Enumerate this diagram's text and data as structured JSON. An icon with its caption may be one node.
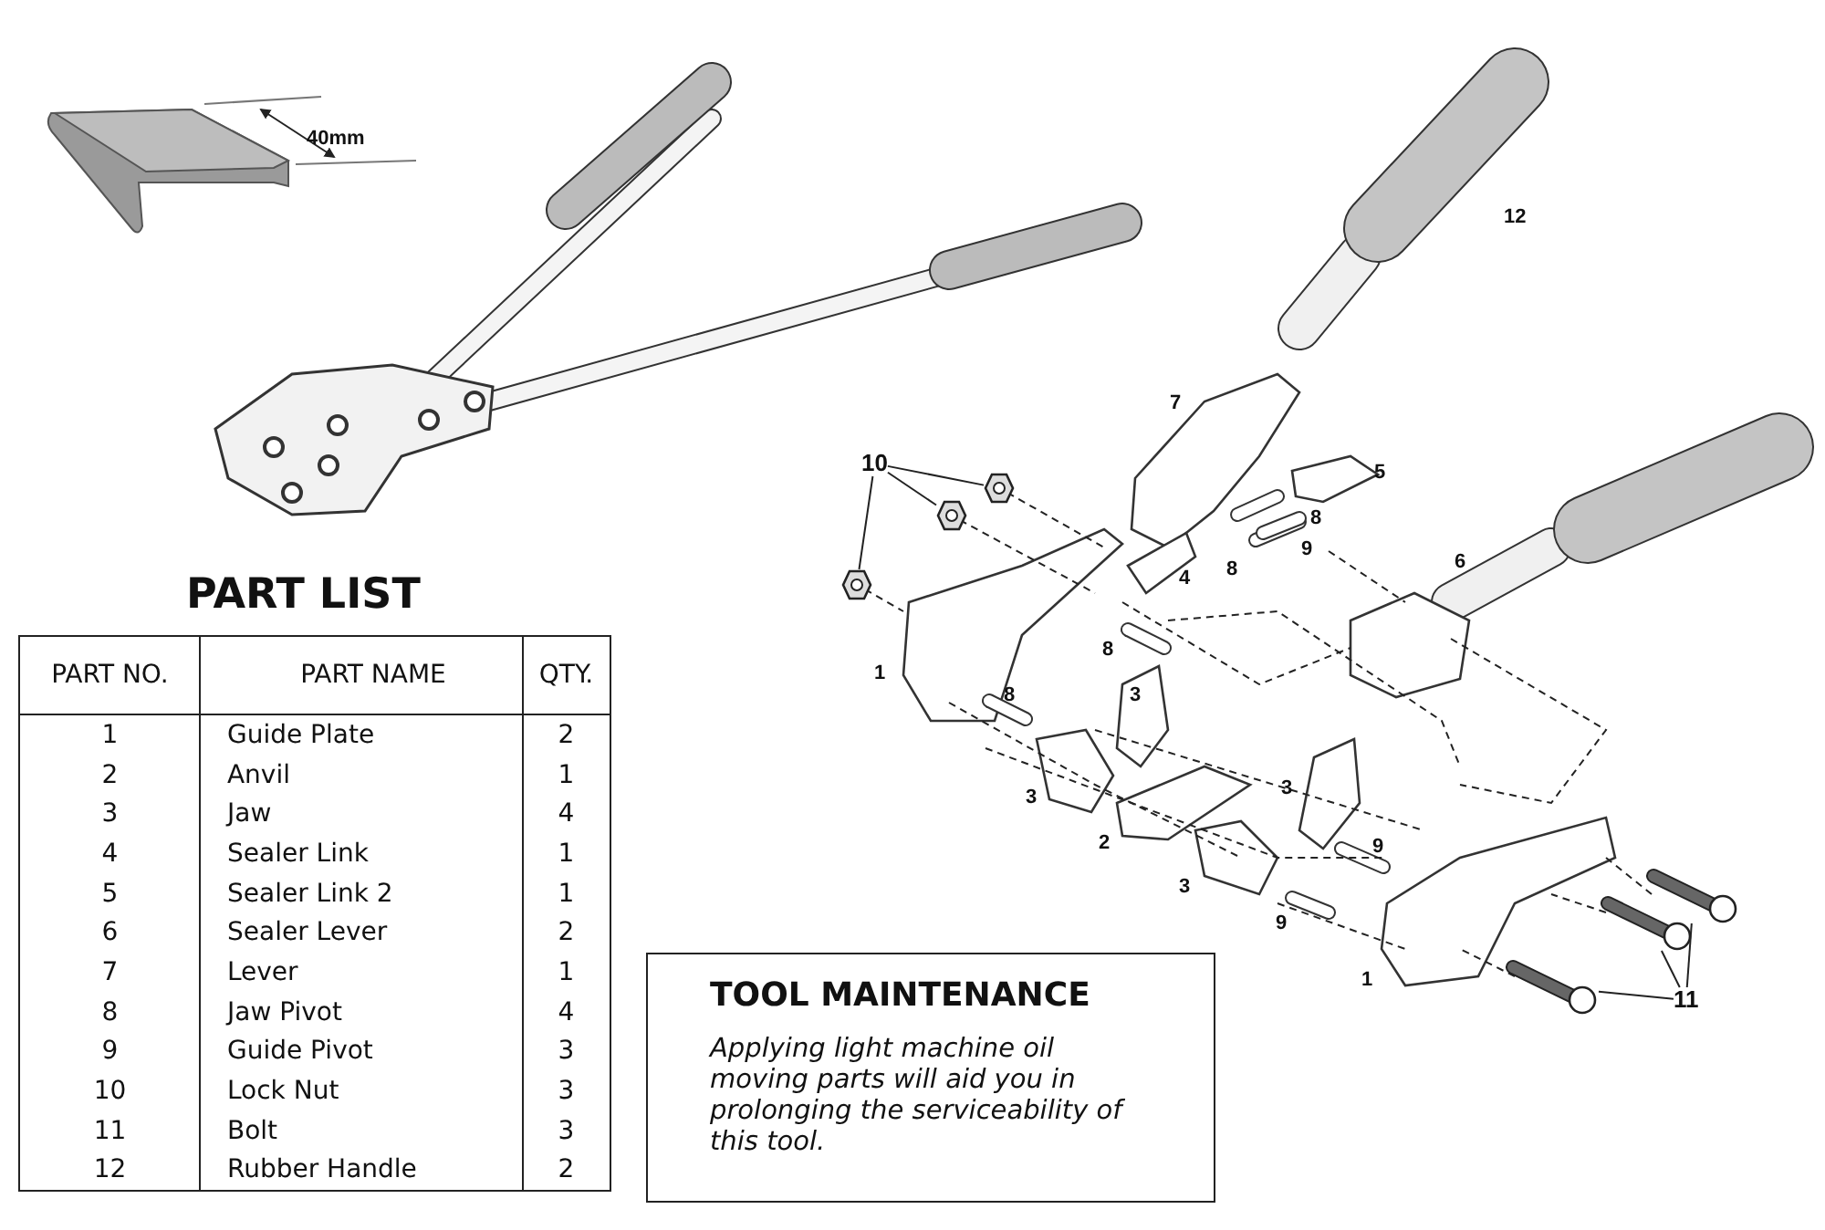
{
  "diagram": {
    "nodes": [
      {
        "text": [
          "10"
        ]
      },
      {
        "text": [],
        "shape": "picture"
      },
      {
        "text": [],
        "shape": "picture"
      },
      {
        "text": [],
        "shape": "picture"
      },
      {
        "text": [
          "11"
        ]
      },
      {
        "text": [],
        "shape": "picture"
      },
      {
        "text": [],
        "shape": "picture"
      },
      {
        "text": [],
        "shape": "picture"
      }
    ],
    "edges": [
      {
        "from": 0,
        "to": 1,
        "arrow": "none"
      },
      {
        "from": 0,
        "to": 2,
        "arrow": "none"
      },
      {
        "from": 0,
        "to": 3,
        "arrow": "none"
      },
      {
        "from": 4,
        "to": 5,
        "arrow": "none"
      },
      {
        "from": 4,
        "to": 6,
        "arrow": "none"
      },
      {
        "from": 4,
        "to": 7,
        "arrow": "none"
      }
    ],
    "labels": [
      "40mm",
      "12",
      "7",
      "5",
      "8",
      "9",
      "6",
      "8",
      "4",
      "8",
      "1",
      "8",
      "3",
      "3",
      "3",
      "2",
      "9",
      "3",
      "9",
      "1",
      "PART LIST",
      "PART NO.",
      "PART NAME",
      "QTY.",
      "1",
      "Guide Plate",
      "2",
      "2",
      "Anvil",
      "1",
      "3",
      "Jaw",
      "4",
      "4",
      "Sealer Link",
      "1",
      "5",
      "Sealer Link 2",
      "1",
      "6",
      "Sealer Lever",
      "2",
      "7",
      "Lever",
      "1",
      "8",
      "Jaw Pivot",
      "4",
      "9",
      "Guide Pivot",
      "3",
      "10",
      "Lock Nut",
      "3",
      "11",
      "Bolt",
      "3",
      "12",
      "Rubber Handle",
      "2",
      "TOOL MAINTENANCE",
      "Applying light machine oil moving parts will aid you in prolonging the serviceability of this tool."
    ]
  }
}
